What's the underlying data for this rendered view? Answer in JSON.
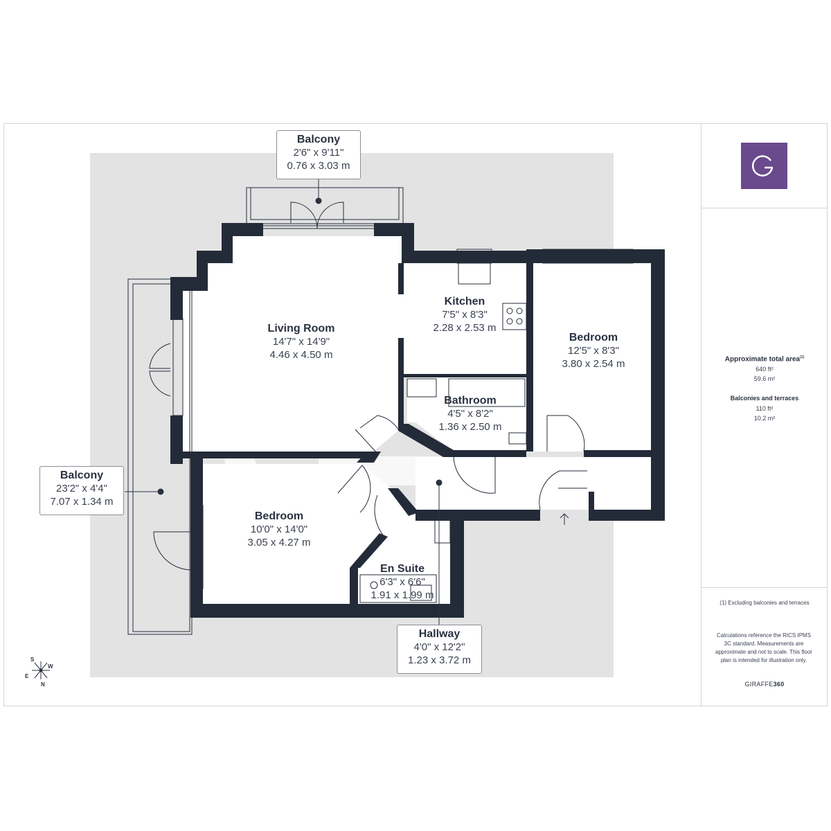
{
  "rooms": {
    "living_room": {
      "name": "Living Room",
      "imperial": "14'7\" x 14'9\"",
      "metric": "4.46 x 4.50 m"
    },
    "kitchen": {
      "name": "Kitchen",
      "imperial": "7'5\" x 8'3\"",
      "metric": "2.28 x 2.53 m"
    },
    "bedroom_right": {
      "name": "Bedroom",
      "imperial": "12'5\" x 8'3\"",
      "metric": "3.80 x 2.54 m"
    },
    "bathroom": {
      "name": "Bathroom",
      "imperial": "4'5\" x 8'2\"",
      "metric": "1.36 x 2.50 m"
    },
    "bedroom_left": {
      "name": "Bedroom",
      "imperial": "10'0\" x 14'0\"",
      "metric": "3.05 x 4.27 m"
    },
    "en_suite": {
      "name": "En Suite",
      "imperial": "6'3\" x 6'6\"",
      "metric": "1.91 x 1.99 m"
    }
  },
  "tags": {
    "balcony_top": {
      "name": "Balcony",
      "imperial": "2'6\" x 9'11\"",
      "metric": "0.76 x 3.03 m"
    },
    "balcony_left": {
      "name": "Balcony",
      "imperial": "23'2\" x 4'4\"",
      "metric": "7.07 x 1.34 m"
    },
    "hallway": {
      "name": "Hallway",
      "imperial": "4'0\" x 12'2\"",
      "metric": "1.23 x 3.72 m"
    }
  },
  "sidebar": {
    "total_area_title": "Approximate total area",
    "total_area_note_mark": "(1)",
    "total_area_ft": "640 ft²",
    "total_area_m": "59.6 m²",
    "balconies_title": "Balconies and terraces",
    "balconies_ft": "110 ft²",
    "balconies_m": "10.2 m²",
    "footnote": "(1) Excluding balconies and terraces",
    "disclaimer": "Calculations reference the RICS IPMS 3C standard. Measurements are approximate and not to scale. This floor plan is intended for illustration only.",
    "brand_light": "GIRAFFE",
    "brand_bold": "360"
  },
  "compass": {
    "s": "S",
    "w": "W",
    "e": "E",
    "n": "N"
  },
  "colors": {
    "wall": "#242b38",
    "background_area": "#e3e3e3",
    "logo": "#6a4a8c",
    "watermark": "#ffffff"
  },
  "icons": {
    "logo": "g-leaf-logo-icon",
    "compass": "compass-rose-icon",
    "entrance": "entrance-arrow-icon"
  }
}
